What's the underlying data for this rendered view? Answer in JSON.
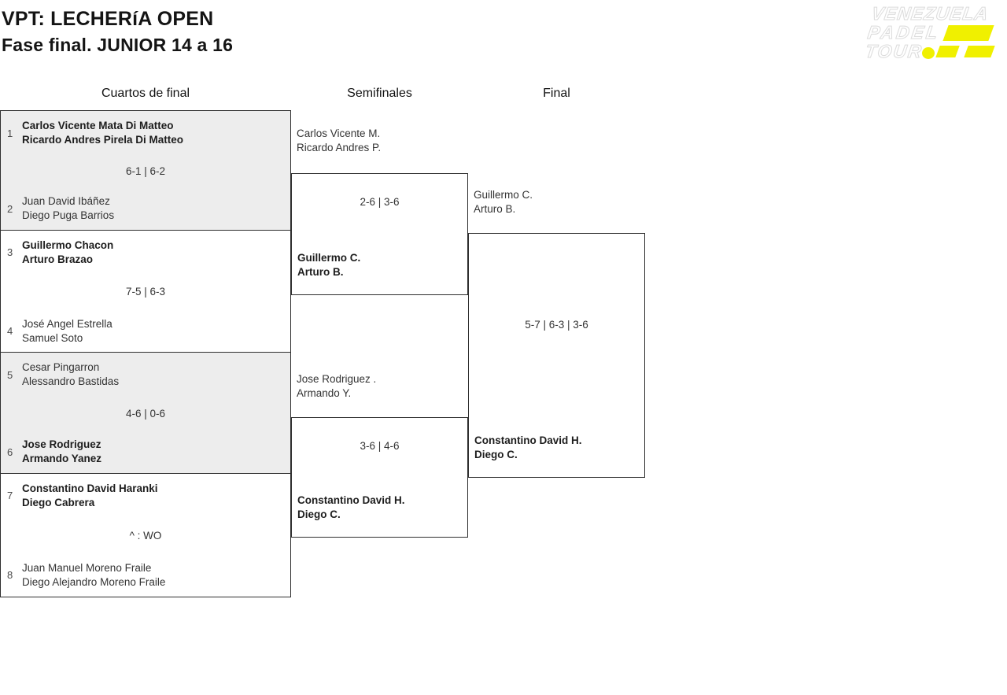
{
  "header": {
    "title_line1": "VPT: LECHERíA OPEN",
    "title_line2": "Fase final. JUNIOR 14 a 16"
  },
  "logo": {
    "line1": "VENEZUELA",
    "line2": "PADEL",
    "line3": "TOUR",
    "accent_color": "#F0F000"
  },
  "columns": {
    "quarterfinals": "Cuartos de final",
    "semifinals": "Semifinales",
    "final": "Final"
  },
  "bracket": {
    "quarterfinals": [
      {
        "seed_top": "1",
        "team_top": [
          "Carlos Vicente Mata Di Matteo",
          "Ricardo Andres Pirela Di Matteo"
        ],
        "score": "6-1 | 6-2",
        "seed_bottom": "2",
        "team_bottom": [
          "Juan David Ibáñez",
          "Diego Puga Barrios"
        ],
        "winner": "top"
      },
      {
        "seed_top": "3",
        "team_top": [
          "Guillermo Chacon",
          "Arturo Brazao"
        ],
        "score": "7-5 | 6-3",
        "seed_bottom": "4",
        "team_bottom": [
          "José Angel Estrella",
          "Samuel Soto"
        ],
        "winner": "top"
      },
      {
        "seed_top": "5",
        "team_top": [
          "Cesar Pingarron",
          "Alessandro Bastidas"
        ],
        "score": "4-6 | 0-6",
        "seed_bottom": "6",
        "team_bottom": [
          "Jose Rodriguez",
          "Armando Yanez"
        ],
        "winner": "bottom"
      },
      {
        "seed_top": "7",
        "team_top": [
          "Constantino David Haranki",
          "Diego Cabrera"
        ],
        "score": "^ : WO",
        "seed_bottom": "8",
        "team_bottom": [
          "Juan Manuel Moreno Fraile",
          "Diego Alejandro Moreno Fraile"
        ],
        "winner": "top"
      }
    ],
    "semifinals": [
      {
        "team_top": [
          "Carlos Vicente M.",
          "Ricardo Andres P."
        ],
        "score": "2-6 | 3-6",
        "team_bottom": [
          "Guillermo C.",
          "Arturo B."
        ],
        "winner": "bottom"
      },
      {
        "team_top": [
          "Jose Rodriguez .",
          "Armando Y."
        ],
        "score": "3-6 | 4-6",
        "team_bottom": [
          "Constantino David H.",
          "Diego C."
        ],
        "winner": "bottom"
      }
    ],
    "final": {
      "team_top": [
        "Guillermo C.",
        "Arturo B."
      ],
      "score": "5-7 | 6-3 | 3-6",
      "team_bottom": [
        "Constantino David H.",
        "Diego C."
      ],
      "winner": "bottom"
    }
  }
}
